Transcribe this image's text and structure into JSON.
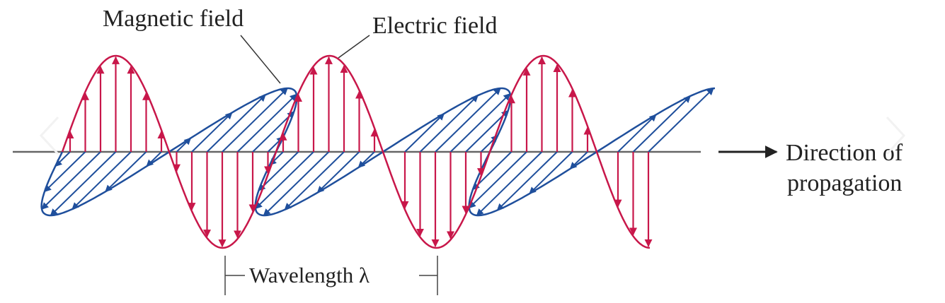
{
  "labels": {
    "magnetic_field": "Magnetic field",
    "electric_field": "Electric field",
    "direction_line1": "Direction of",
    "direction_line2": "propagation",
    "wavelength": "Wavelength λ"
  },
  "carousel": {
    "prev_icon": "chevron-left-icon",
    "next_icon": "chevron-right-icon"
  },
  "colors": {
    "electric": "#c8174a",
    "magnetic": "#1f4f9c",
    "axis": "#666666",
    "text": "#222222"
  }
}
